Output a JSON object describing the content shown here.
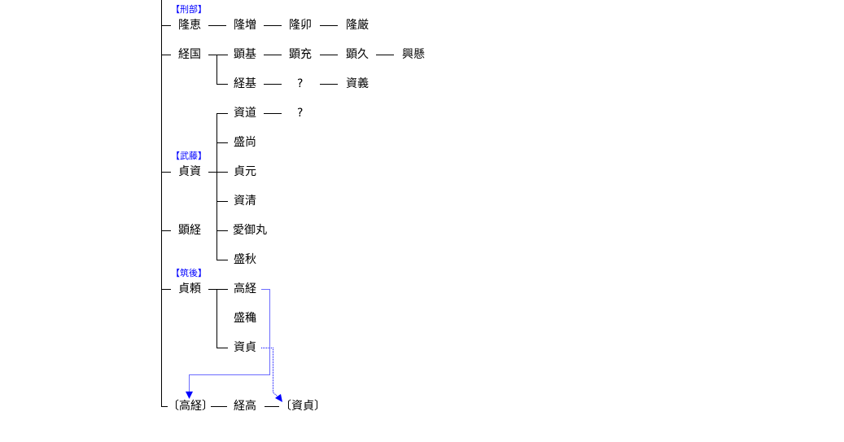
{
  "houses": {
    "keibu": "【刑部】",
    "muto": "【武藤】",
    "chikugo": "【筑後】"
  },
  "names": {
    "takaE": "隆恵",
    "takaM": "隆増",
    "takaU": "隆卯",
    "takaG": "隆厳",
    "tsunekuni": "経国",
    "akimoto": "顕基",
    "akimitsu": "顕充",
    "akihisa": "顕久",
    "okikon": "興懸",
    "tsunemoto": "経基",
    "unknown1": "?",
    "sukeyoshi": "資義",
    "sukemichi": "資道",
    "unknown2": "?",
    "morinao": "盛尚",
    "sadasuke": "貞資",
    "sadamoto": "貞元",
    "sukekiyo": "資清",
    "aigomaru": "愛御丸",
    "moriaki": "盛秋",
    "akitsune": "顕経",
    "sadayori": "貞頼",
    "takatsune": "高経",
    "morikan": "盛穐",
    "sukesada": "資貞",
    "takatsune_ref": "〔高経〕",
    "tsunetaka": "経高",
    "sukesada_ref": "〔資貞〕"
  },
  "colors": {
    "line": "#000000",
    "link": "#6b6bff",
    "arrow": "#0000ff",
    "house": "#0000ff"
  }
}
